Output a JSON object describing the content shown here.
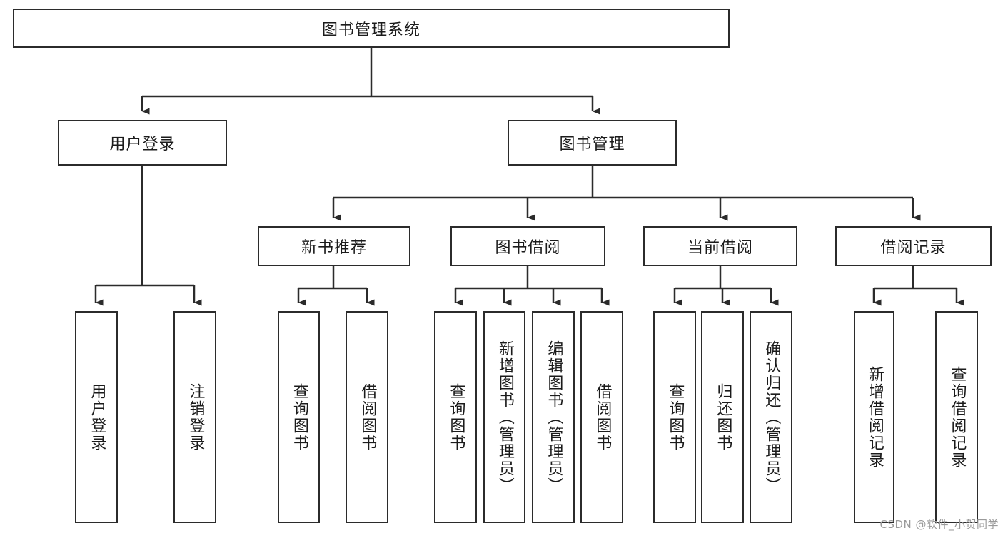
{
  "diagram": {
    "title_box": {
      "label": "图书管理系统"
    },
    "level2": [
      {
        "id": "user-login",
        "label": "用户登录"
      },
      {
        "id": "book-management",
        "label": "图书管理"
      }
    ],
    "level3": [
      {
        "id": "new-book-recommend",
        "label": "新书推荐"
      },
      {
        "id": "book-borrow",
        "label": "图书借阅"
      },
      {
        "id": "current-borrow",
        "label": "当前借阅"
      },
      {
        "id": "borrow-record",
        "label": "借阅记录"
      }
    ],
    "leaves": [
      {
        "id": "leaf-user-login",
        "label": "用户登录"
      },
      {
        "id": "leaf-logout-login",
        "label": "注销登录"
      },
      {
        "id": "leaf-query-book-1",
        "label": "查询图书"
      },
      {
        "id": "leaf-borrow-book-1",
        "label": "借阅图书"
      },
      {
        "id": "leaf-query-book-2",
        "label": "查询图书"
      },
      {
        "id": "leaf-add-book",
        "label": "新增图书（管理员）"
      },
      {
        "id": "leaf-edit-book",
        "label": "编辑图书（管理员）"
      },
      {
        "id": "leaf-borrow-book-2",
        "label": "借阅图书"
      },
      {
        "id": "leaf-query-book-3",
        "label": "查询图书"
      },
      {
        "id": "leaf-return-book",
        "label": "归还图书"
      },
      {
        "id": "leaf-confirm-return",
        "label": "确认归还（管理员）"
      },
      {
        "id": "leaf-add-record",
        "label": "新增借阅记录"
      },
      {
        "id": "leaf-query-record",
        "label": "查询借阅记录"
      }
    ],
    "watermark": "CSDN @软件_小贺同学",
    "colors": {
      "border": "#2b2b2b",
      "text": "#1b1b1b",
      "background": "#ffffff",
      "watermark": "#9a9a9a"
    }
  }
}
